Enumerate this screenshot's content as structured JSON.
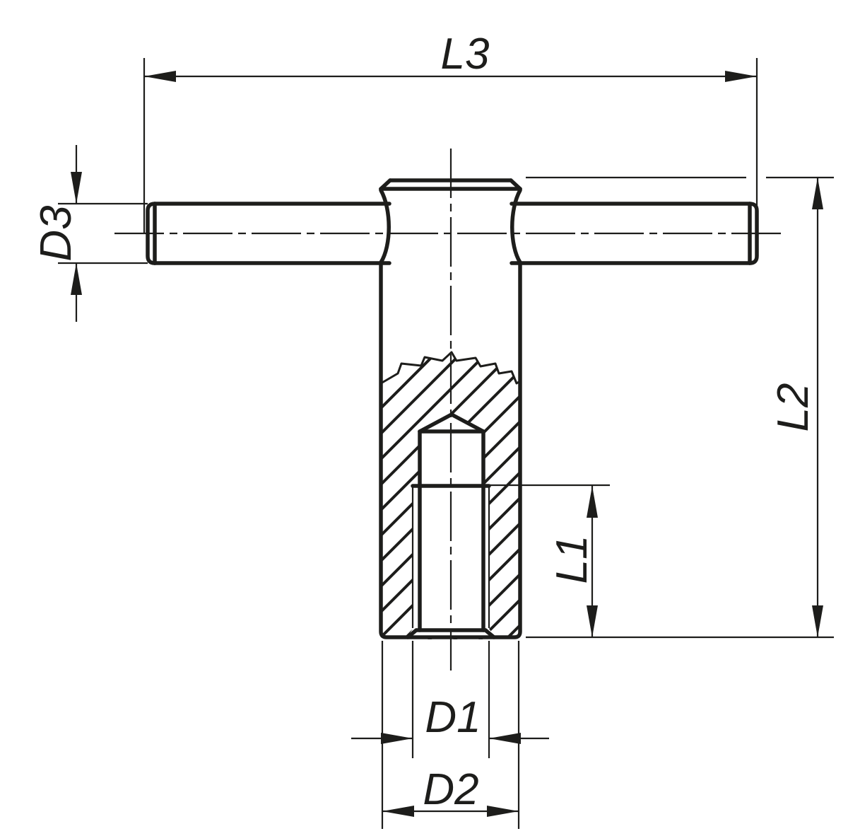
{
  "drawing": {
    "background_color": "#ffffff",
    "line_color": "#1d1d1b",
    "labels": {
      "l1": "L1",
      "l2": "L2",
      "l3": "L3",
      "d1": "D1",
      "d2": "D2",
      "d3": "D3"
    }
  }
}
